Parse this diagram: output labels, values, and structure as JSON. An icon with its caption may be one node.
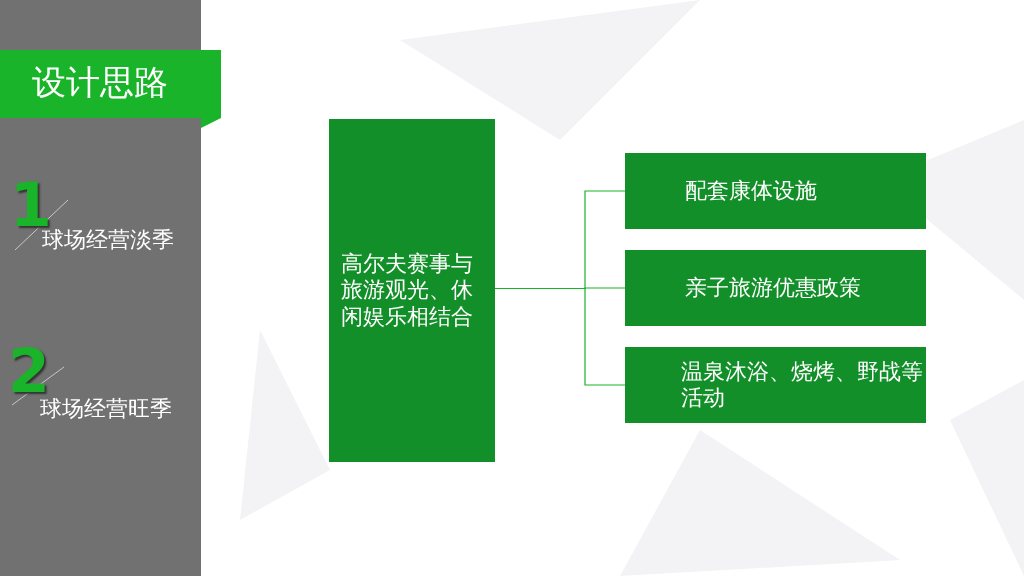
{
  "diagram": {
    "title": "设计思路",
    "nodes": [
      {
        "text": [
          "高尔夫赛事与旅游观光、休闲娱乐相结合"
        ]
      },
      {
        "text": [
          "配套康体设施"
        ]
      },
      {
        "text": [
          "亲子旅游优惠政策"
        ]
      },
      {
        "text": [
          "温泉沐浴、烧烤、野战等活动"
        ]
      }
    ],
    "edges": [
      {
        "from": 0,
        "to": 1,
        "arrow": "none"
      },
      {
        "from": 0,
        "to": 2,
        "arrow": "none"
      },
      {
        "from": 0,
        "to": 3,
        "arrow": "none"
      }
    ],
    "labels": [
      "1",
      "球场经营淡季",
      "2",
      "球场经营旺季"
    ]
  }
}
